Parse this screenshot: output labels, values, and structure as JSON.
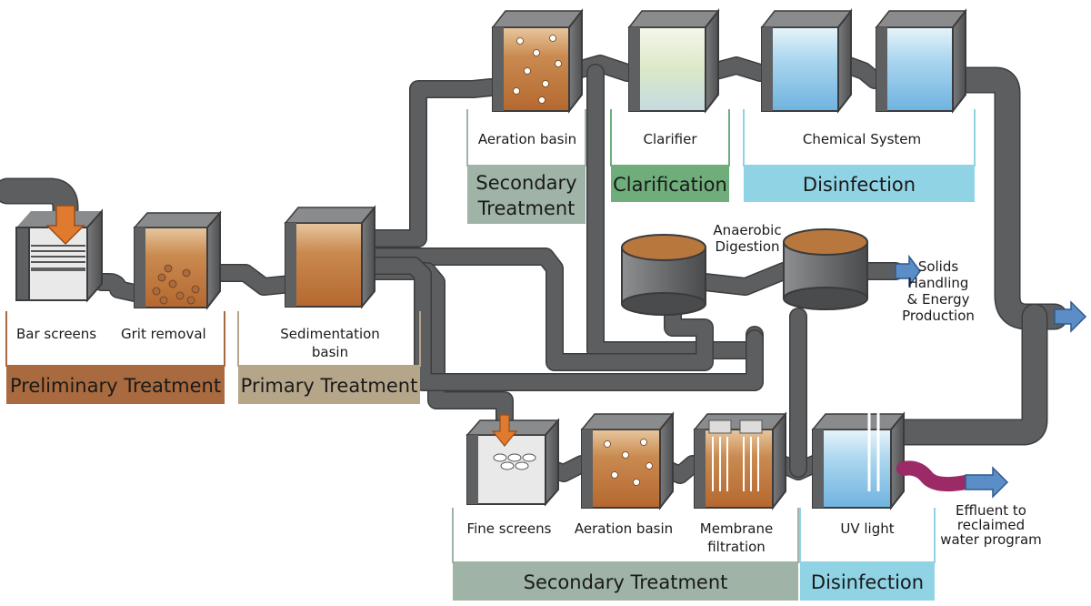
{
  "colors": {
    "preliminary": "#a86a3e",
    "primary": "#b5a68a",
    "secondary": "#9fb3a6",
    "clarification": "#6fae7a",
    "disinfection": "#8fd3e4",
    "pipe": "#5d5e60",
    "arrow_blue": "#5b8ec7",
    "arrow_orange": "#e07a2e",
    "effluent_pipe": "#9b2a66",
    "sludge": "#b7773d"
  },
  "stages": {
    "bar_screens": "Bar screens",
    "grit_removal": "Grit removal",
    "sedimentation_line1": "Sedimentation",
    "sedimentation_line2": "basin",
    "aeration_basin_top": "Aeration basin",
    "clarifier": "Clarifier",
    "chemical_system": "Chemical System",
    "anaerobic_line1": "Anaerobic",
    "anaerobic_line2": "Digestion",
    "fine_screens": "Fine screens",
    "aeration_basin_bottom": "Aeration basin",
    "membrane_line1": "Membrane",
    "membrane_line2": "filtration",
    "uv_light": "UV light"
  },
  "categories": {
    "preliminary": "Preliminary Treatment",
    "primary": "Primary Treatment",
    "secondary_top_line1": "Secondary",
    "secondary_top_line2": "Treatment",
    "clarification": "Clarification",
    "disinfection_top": "Disinfection",
    "secondary_bottom": "Secondary Treatment",
    "disinfection_bottom": "Disinfection"
  },
  "outputs": {
    "solids_line1": "Solids",
    "solids_line2": "Handling",
    "solids_line3": "& Energy",
    "solids_line4": "Production",
    "effluent_line1": "Effluent to",
    "effluent_line2": "reclaimed",
    "effluent_line3": "water program"
  }
}
